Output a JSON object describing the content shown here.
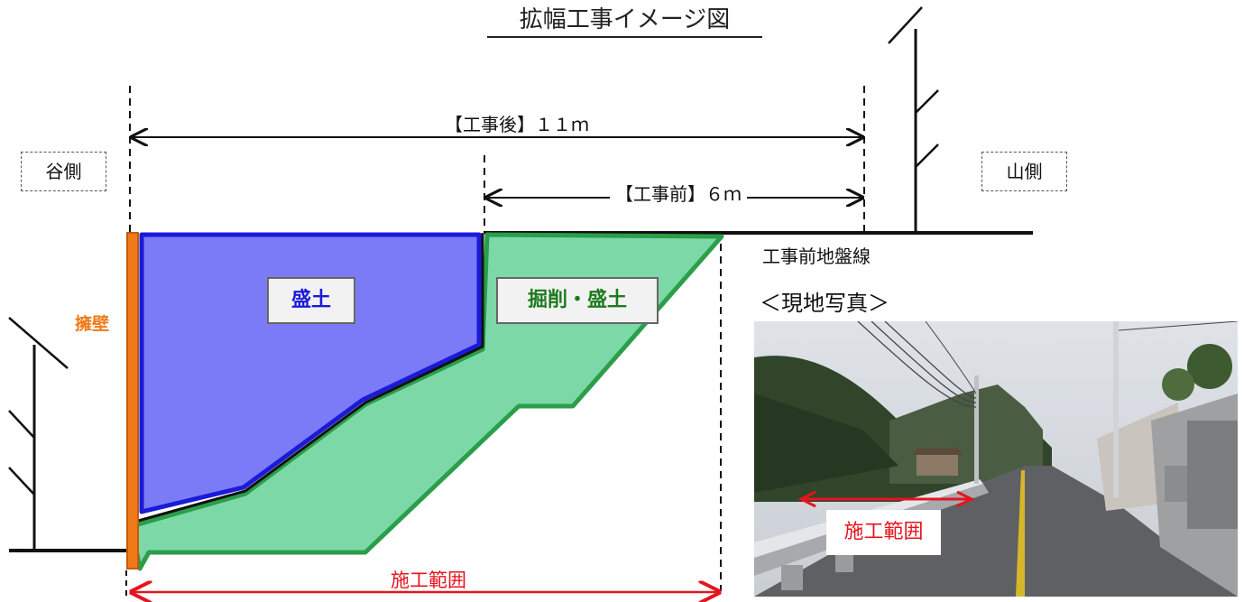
{
  "title": "拡幅工事イメージ図",
  "sides": {
    "valley": "谷側",
    "mountain": "山側"
  },
  "dimensions": {
    "after": "【工事後】１１ｍ",
    "before": "【工事前】６ｍ"
  },
  "labels": {
    "fill": "盛土",
    "excavation_fill": "掘削・盛土",
    "retaining_wall": "擁壁",
    "ground_line": "工事前地盤線",
    "construction_range": "施工範囲",
    "photo_heading": "＜現地写真＞",
    "photo_range": "施工範囲"
  },
  "colors": {
    "fill_area": "#7b7bf7",
    "fill_border": "#1a1ad9",
    "excavation_area": "#7dd8a8",
    "excavation_border": "#2a9e4a",
    "retaining_wall": "#ef7a1a",
    "range_arrow": "#e6141f",
    "fill_label_text": "#1a1ad9",
    "excavation_label_text": "#1e7a1e"
  }
}
